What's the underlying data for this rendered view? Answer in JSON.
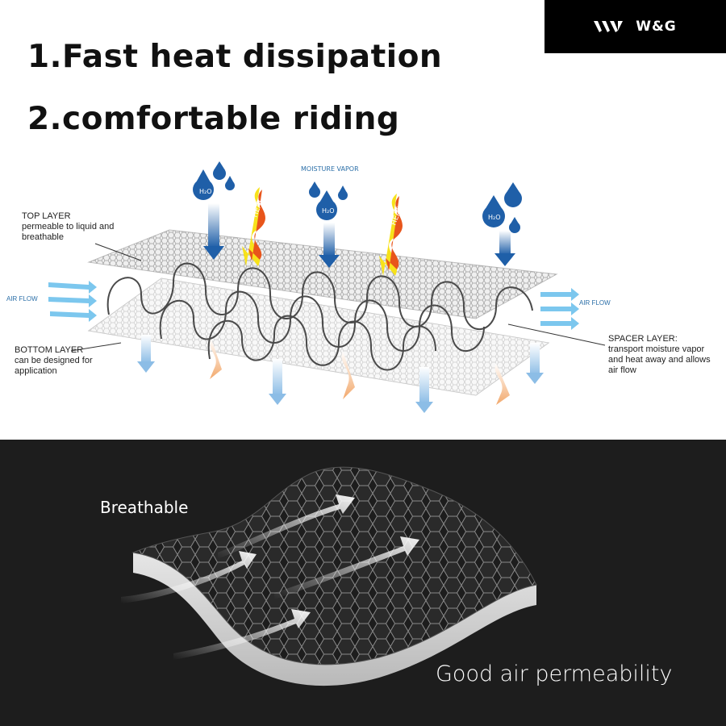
{
  "brand": {
    "logo_text": "W&G",
    "logo_icon": "triple-chevron-logo",
    "logo_bg": "#000000"
  },
  "headlines": {
    "line1": "1.Fast heat dissipation",
    "line2": "2.comfortable riding"
  },
  "diagram": {
    "moisture_vapor": "MOISTURE VAPOR",
    "water_symbol": "H₂O",
    "heat_label": "HEAT",
    "air_flow_left": "AIR FLOW",
    "air_flow_right": "AIR FLOW",
    "top_layer": {
      "title": "TOP LAYER",
      "line1": "permeable to liquid and",
      "line2": "breathable"
    },
    "bottom_layer": {
      "title": "BOTTOM LAYER",
      "line1": "can be designed for",
      "line2": "application"
    },
    "spacer_layer": {
      "title": "SPACER LAYER:",
      "line1": "transport moisture vapor",
      "line2": "and heat away and allows",
      "line3": "air flow"
    },
    "colors": {
      "water": "#1f5fa8",
      "heat": "#e8551b",
      "heat_glow": "#f7e21a",
      "airflow": "#7cc7ee"
    }
  },
  "bottom_panel": {
    "breathable": "Breathable",
    "good_air": "Good air permeability",
    "bg": "#1d1d1d"
  }
}
